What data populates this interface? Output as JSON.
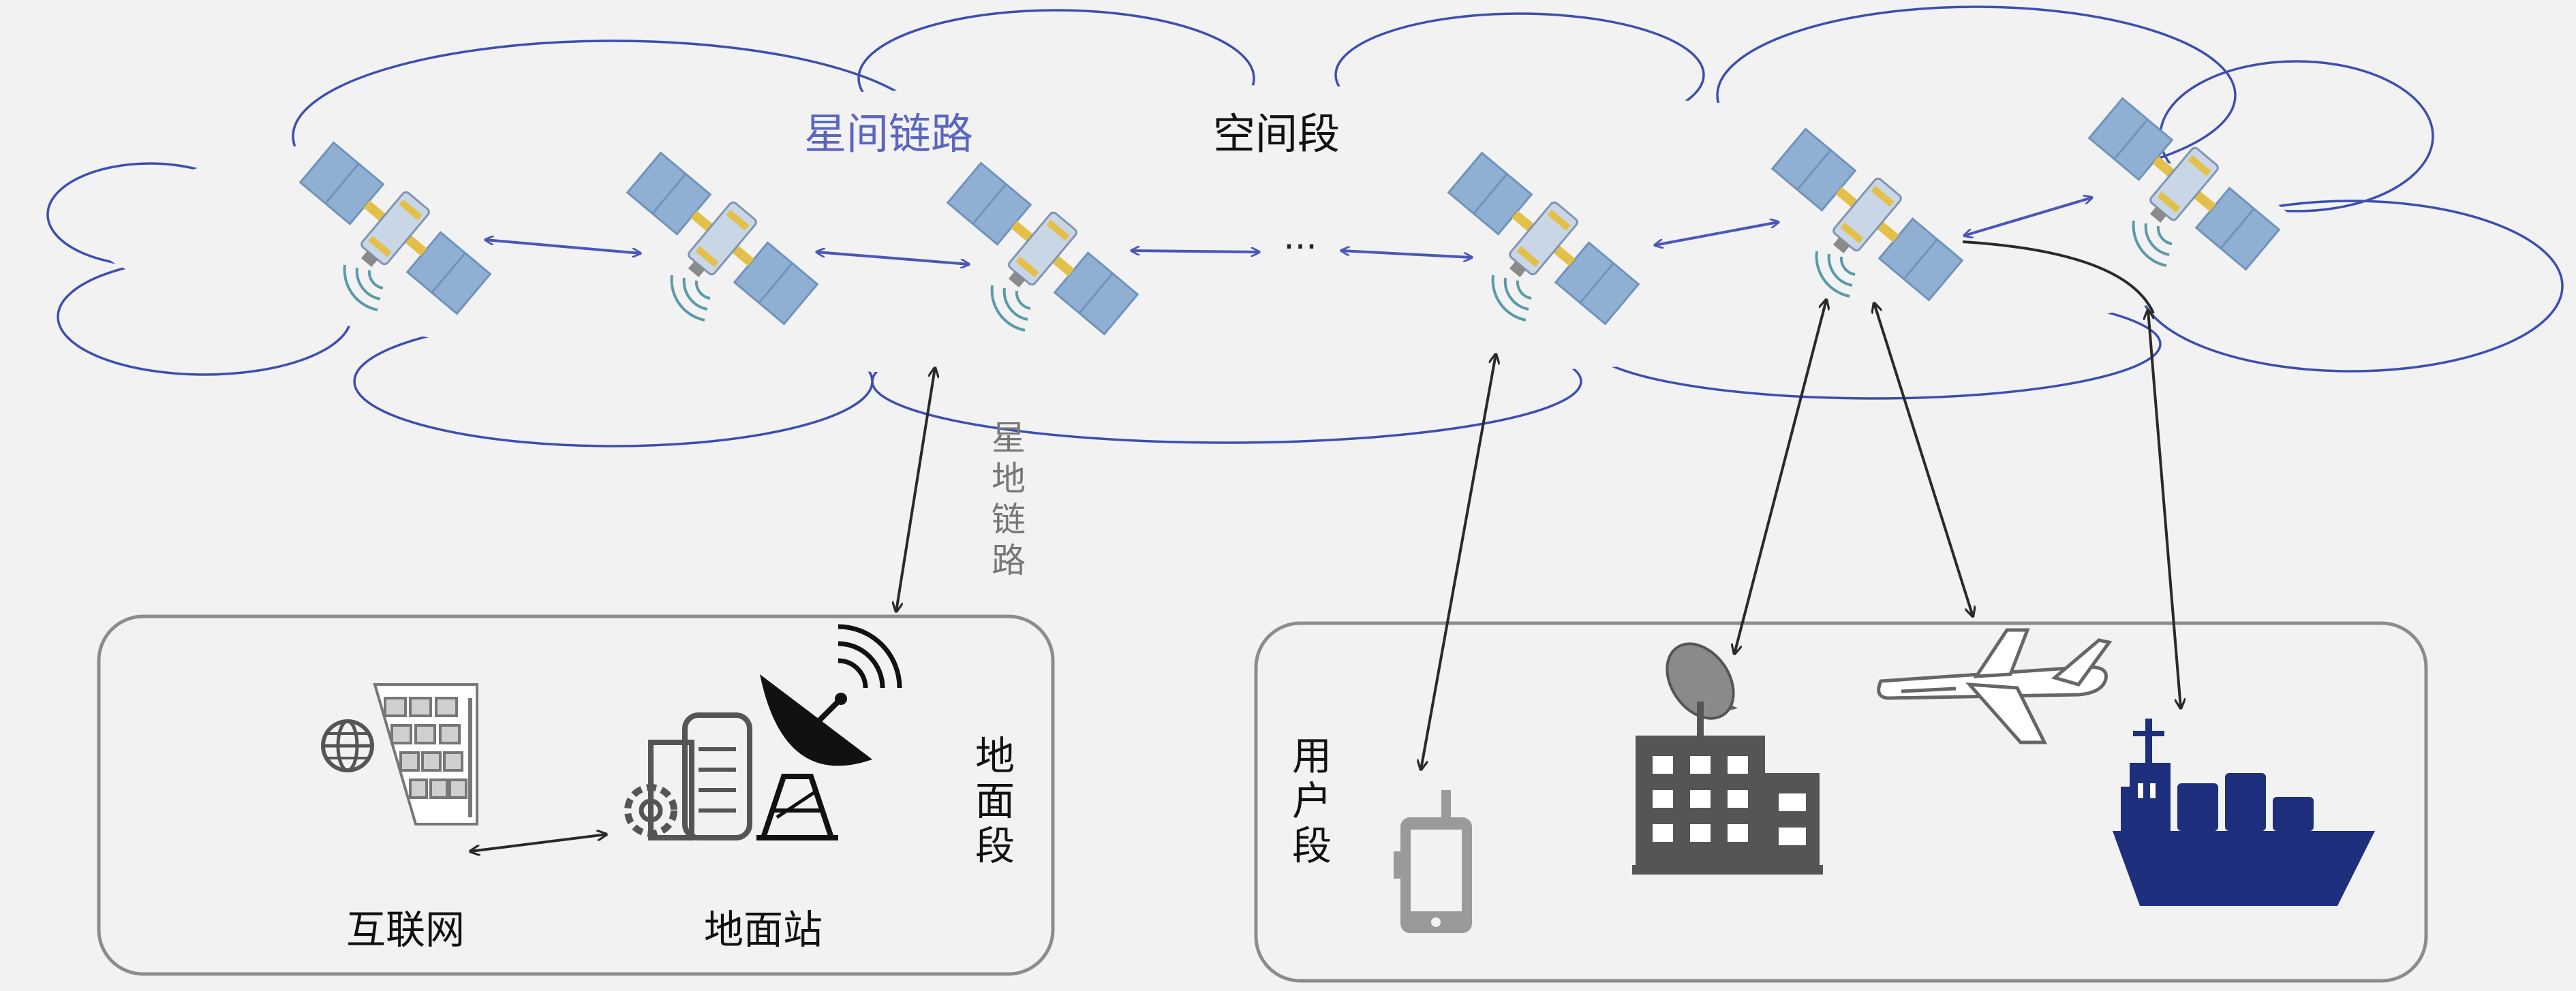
{
  "labels": {
    "inter_satellite_link": "星间链路",
    "space_segment": "空间段",
    "ellipsis": "···",
    "sat_ground_link": [
      "星",
      "地",
      "链",
      "路"
    ],
    "internet": "互联网",
    "ground_station": "地面站",
    "ground_segment": [
      "地",
      "面",
      "段"
    ],
    "user_segment": [
      "用",
      "户",
      "段"
    ]
  },
  "colors": {
    "cloud_stroke": "#3c4fb0",
    "link_arrow": "#4a57b8",
    "ground_arrow": "#2a2a2a",
    "panel_stroke": "#8c8c8c",
    "satellite_panel": "#8fb0d3",
    "satellite_body": "#c9d6e6",
    "gold": "#e3c04a",
    "ship": "#1d2f7d",
    "building": "#555555",
    "gray_icon": "#9a9a9a"
  },
  "icons": {
    "satellite": "satellite-icon",
    "internet": "globe-server-icon",
    "ground_station": "dish-antenna-icon",
    "phone": "mobile-phone-icon",
    "building": "building-dish-icon",
    "airplane": "airplane-icon",
    "ship": "cargo-ship-icon"
  }
}
